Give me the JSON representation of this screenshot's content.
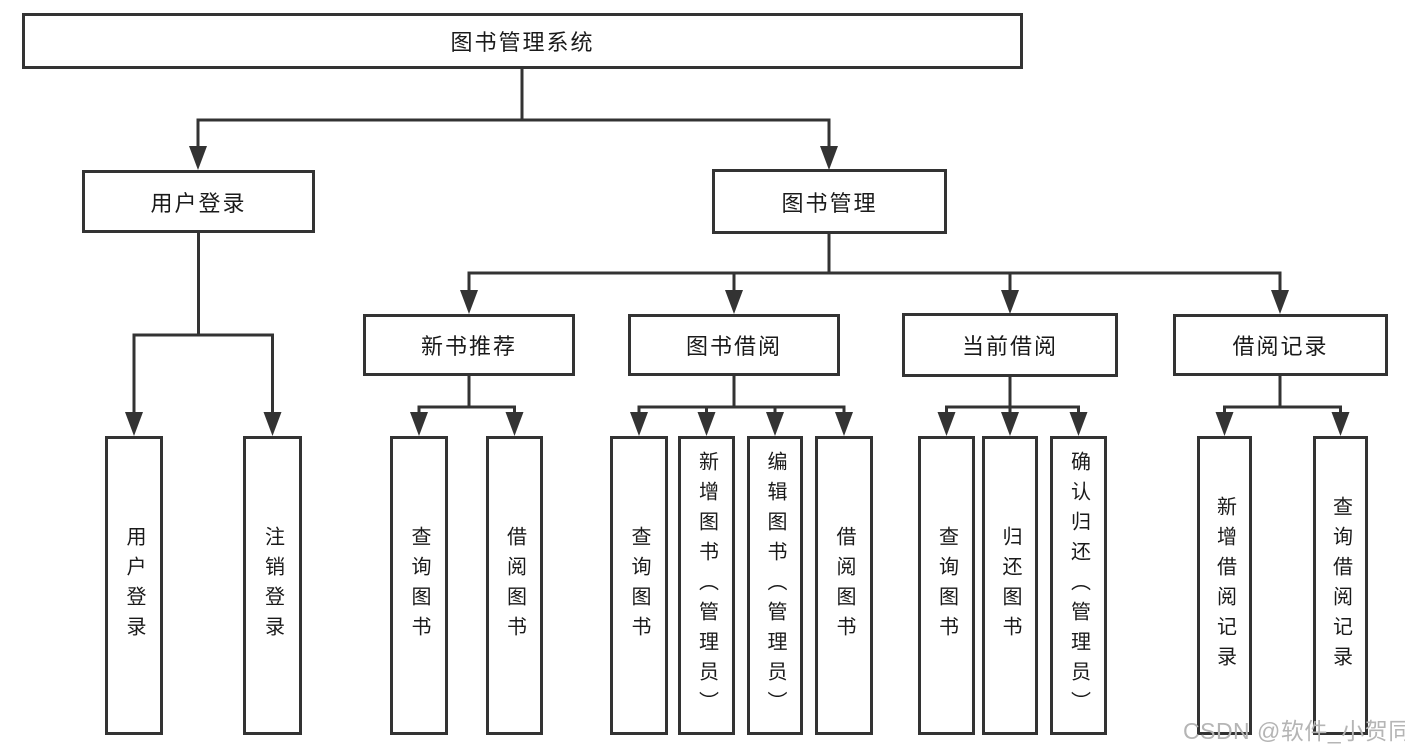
{
  "diagram": {
    "root": {
      "label": "图书管理系统"
    },
    "branches": [
      {
        "label": "用户登录",
        "children": [
          {
            "label": "用户登录"
          },
          {
            "label": "注销登录"
          }
        ]
      },
      {
        "label": "图书管理",
        "children": [
          {
            "label": "新书推荐",
            "children": [
              {
                "label": "查询图书"
              },
              {
                "label": "借阅图书"
              }
            ]
          },
          {
            "label": "图书借阅",
            "children": [
              {
                "label": "查询图书"
              },
              {
                "label": "新增图书（管理员）"
              },
              {
                "label": "编辑图书（管理员）"
              },
              {
                "label": "借阅图书"
              }
            ]
          },
          {
            "label": "当前借阅",
            "children": [
              {
                "label": "查询图书"
              },
              {
                "label": "归还图书"
              },
              {
                "label": "确认归还（管理员）"
              }
            ]
          },
          {
            "label": "借阅记录",
            "children": [
              {
                "label": "新增借阅记录"
              },
              {
                "label": "查询借阅记录"
              }
            ]
          }
        ]
      }
    ]
  },
  "watermark": {
    "text": "CSDN @软件_小贺同学"
  },
  "colors": {
    "line": "#333333",
    "border": "#333333",
    "text": "#1a1a1a",
    "watermark": "#b5b5b5",
    "background": "#ffffff"
  }
}
